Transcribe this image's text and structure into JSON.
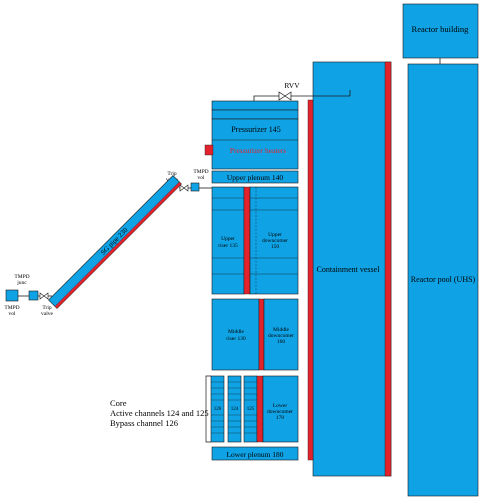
{
  "colors": {
    "blue": "#0fa3e6",
    "red": "#e3232c",
    "line": "#1a1a1a"
  },
  "labels": {
    "reactor_building": "Reactor building",
    "reactor_pool": "Reactor pool (UHS)",
    "containment_vessel": "Containment vessel",
    "rvv": "RVV",
    "pressurizer": "Pressurizer 145",
    "pressurizer_heaters": "Pressurizer heaters",
    "upper_plenum": "Upper plenum 140",
    "upper_riser": [
      "Upper",
      "riser 135"
    ],
    "upper_downcomer": [
      "Upper",
      "downcomer",
      "150"
    ],
    "middle_riser": [
      "Middle",
      "riser 130"
    ],
    "middle_downcomer": [
      "Middle",
      "downcomer",
      "160"
    ],
    "lower_downcomer": [
      "Lower",
      "downcomer",
      "170"
    ],
    "lower_plenum": "Lower plenum 180",
    "channel_126": "126",
    "channel_124": "124",
    "channel_125": "125",
    "core": "Core",
    "active_channels": "Active channels 124 and 125",
    "bypass_channel": "Bypass channel 126",
    "sg_pipe": "SG pipe 230",
    "tmpd_vol_right": [
      "TMPD",
      "vol"
    ],
    "trip_valve_right": [
      "Trip",
      "valve"
    ],
    "tmpd_junc": [
      "TMPD",
      "junc"
    ],
    "tmpd_vol_left": [
      "TMPD",
      "vol"
    ],
    "trip_valve_left": [
      "Trip",
      "valve"
    ]
  }
}
